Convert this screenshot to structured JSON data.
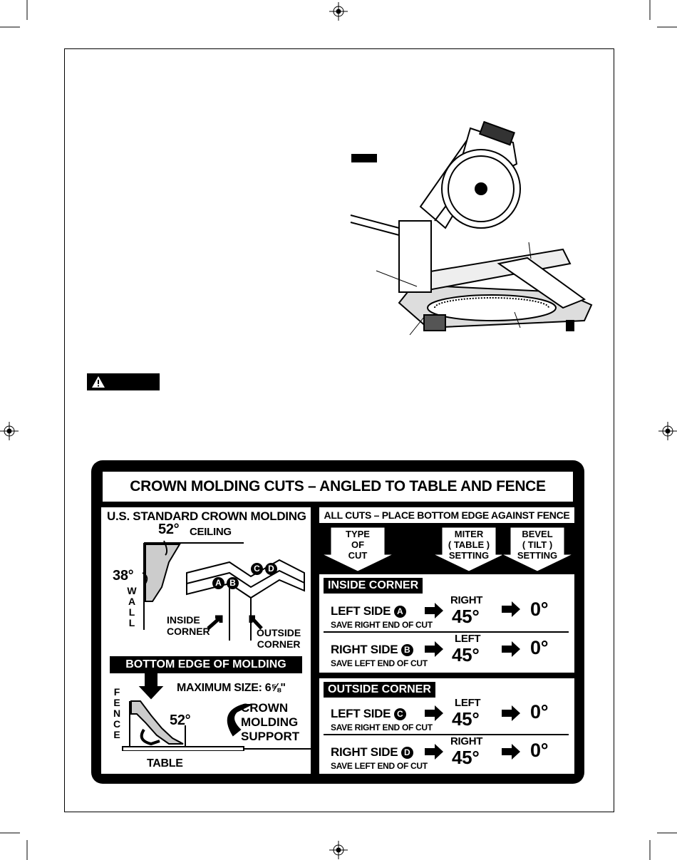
{
  "chart": {
    "title": "CROWN MOLDING CUTS – ANGLED TO TABLE AND FENCE",
    "left": {
      "heading": "U.S. STANDARD CROWN MOLDING",
      "ceiling_angle": "52°",
      "ceiling": "CEILING",
      "wall_angle": "38°",
      "wall_letters": [
        "W",
        "A",
        "L",
        "L"
      ],
      "inside_corner": [
        "INSIDE",
        "CORNER"
      ],
      "outside_corner": [
        "OUTSIDE",
        "CORNER"
      ],
      "markers": [
        "A",
        "B",
        "C",
        "D"
      ],
      "bottom_edge": "BOTTOM EDGE OF MOLDING",
      "max_size": "MAXIMUM SIZE: 6⅝\"",
      "fence_letters": [
        "F",
        "E",
        "N",
        "C",
        "E"
      ],
      "fence_angle": "52°",
      "support": [
        "CROWN",
        "MOLDING",
        "SUPPORT"
      ],
      "table": "TABLE"
    },
    "right": {
      "heading": "ALL CUTS – PLACE BOTTOM EDGE AGAINST FENCE",
      "columns": [
        [
          "TYPE",
          "OF",
          "CUT"
        ],
        [
          "MITER",
          "( TABLE )",
          "SETTING"
        ],
        [
          "BEVEL",
          "( TILT )",
          "SETTING"
        ]
      ],
      "sections": [
        {
          "title": "INSIDE CORNER",
          "rows": [
            {
              "side": "LEFT SIDE",
              "marker": "A",
              "save": "SAVE RIGHT END OF CUT",
              "dir": "RIGHT",
              "miter": "45°",
              "bevel": "0°"
            },
            {
              "side": "RIGHT SIDE",
              "marker": "B",
              "save": "SAVE LEFT END OF CUT",
              "dir": "LEFT",
              "miter": "45°",
              "bevel": "0°"
            }
          ]
        },
        {
          "title": "OUTSIDE CORNER",
          "rows": [
            {
              "side": "LEFT SIDE",
              "marker": "C",
              "save": "SAVE RIGHT END OF CUT",
              "dir": "LEFT",
              "miter": "45°",
              "bevel": "0°"
            },
            {
              "side": "RIGHT SIDE",
              "marker": "D",
              "save": "SAVE LEFT END OF CUT",
              "dir": "RIGHT",
              "miter": "45°",
              "bevel": "0°"
            }
          ]
        }
      ]
    }
  },
  "icons": {
    "registration": "crosshair-registration-icon",
    "warning": "warning-triangle-icon",
    "arrow": "right-arrow-icon",
    "down_arrow": "down-arrow-icon",
    "saw": "miter-saw-illustration"
  }
}
